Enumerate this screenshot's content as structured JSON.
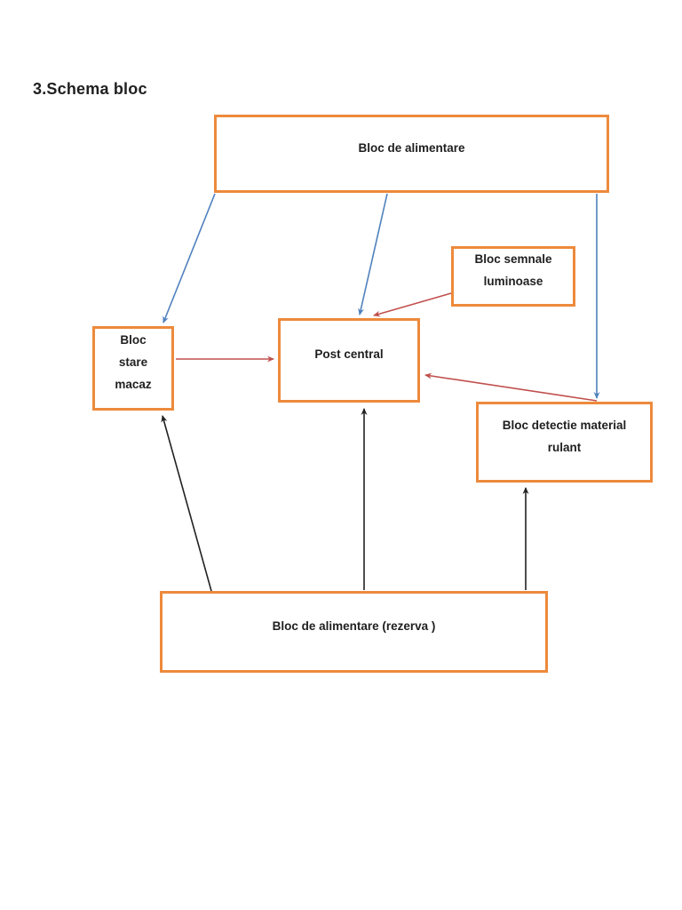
{
  "title": "3.Schema bloc",
  "nodes": {
    "bloc_alimentare": "Bloc de alimentare",
    "bloc_semnale": "Bloc semnale luminoase",
    "bloc_stare_macaz": "Bloc stare macaz",
    "post_central": "Post central",
    "bloc_detectie": "Bloc detectie material rulant",
    "bloc_rezerva": "Bloc de alimentare (rezerva )"
  },
  "edges": [
    {
      "from": "bloc_alimentare",
      "to": "bloc_stare_macaz",
      "color": "blue"
    },
    {
      "from": "bloc_alimentare",
      "to": "post_central",
      "color": "blue"
    },
    {
      "from": "bloc_alimentare",
      "to": "bloc_detectie",
      "color": "blue"
    },
    {
      "from": "bloc_semnale",
      "to": "post_central",
      "color": "red"
    },
    {
      "from": "bloc_stare_macaz",
      "to": "post_central",
      "color": "red"
    },
    {
      "from": "bloc_detectie",
      "to": "post_central",
      "color": "red"
    },
    {
      "from": "bloc_rezerva",
      "to": "bloc_stare_macaz",
      "color": "black"
    },
    {
      "from": "bloc_rezerva",
      "to": "post_central",
      "color": "black"
    },
    {
      "from": "bloc_rezerva",
      "to": "bloc_detectie",
      "color": "black"
    }
  ],
  "colors": {
    "box_border": "#ed8a3c",
    "blue": "#4f81bd",
    "red": "#c0504d",
    "black": "#212121",
    "text": "#1f1f1f"
  }
}
